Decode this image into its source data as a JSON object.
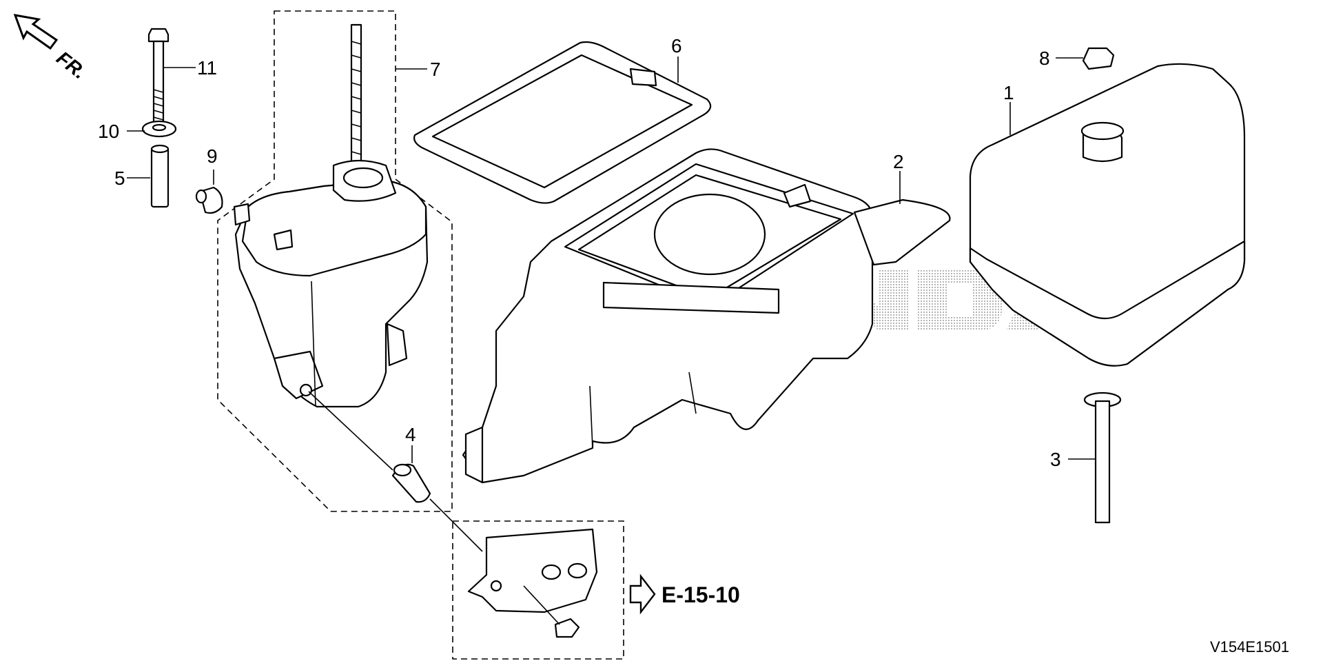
{
  "orientation": {
    "label": "FR.",
    "icon": "front-direction-arrow-icon"
  },
  "callouts": {
    "c1": "1",
    "c2": "2",
    "c3": "3",
    "c4": "4",
    "c5": "5",
    "c6": "6",
    "c7": "7",
    "c8": "8",
    "c9": "9",
    "c10": "10",
    "c11": "11"
  },
  "reference": {
    "label": "E-15-10",
    "icon": "outline-arrow-right-icon"
  },
  "diagram_code": "V154E1501",
  "watermark": {
    "text": "HONDA"
  }
}
